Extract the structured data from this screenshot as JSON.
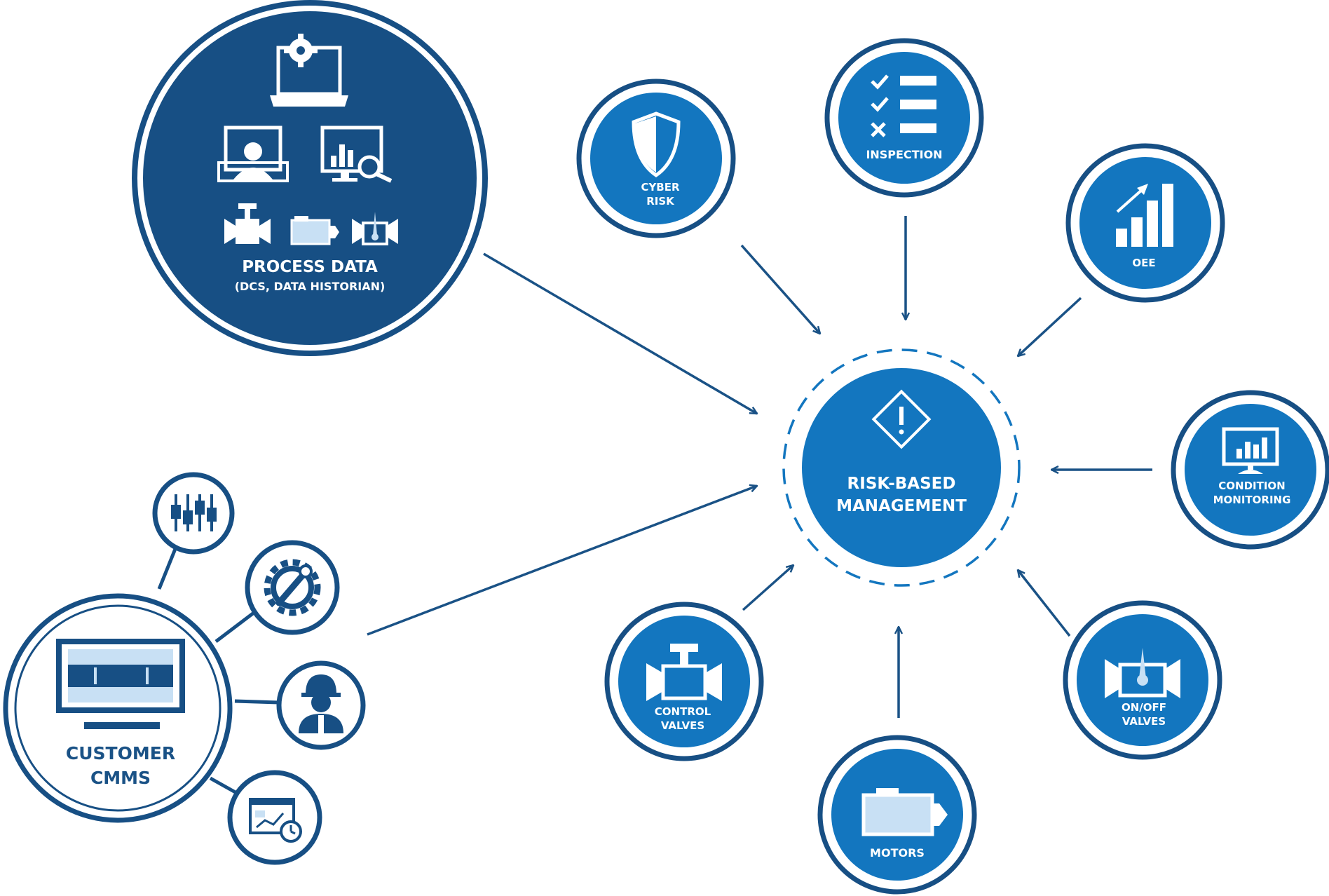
{
  "colors": {
    "dark": "#174f84",
    "mid": "#1376bf",
    "light": "#c8e0f4",
    "line": "#1a5286",
    "white": "#ffffff"
  },
  "center": {
    "line1": "RISK-BASED",
    "line2": "MANAGEMENT",
    "icon": "warning-diamond-icon"
  },
  "process": {
    "title": "PROCESS DATA",
    "subtitle": "(DCS, DATA HISTORIAN)",
    "icons": [
      "laptop-gear-icon",
      "operator-screen-icon",
      "chart-search-icon",
      "control-valve-icon",
      "motor-icon",
      "onoff-valve-icon"
    ]
  },
  "cmms": {
    "line1": "CUSTOMER",
    "line2": "CMMS",
    "icon": "monitor-table-icon",
    "satellites": [
      "sliders-icon",
      "gear-wrench-icon",
      "engineer-icon",
      "report-clock-icon"
    ]
  },
  "nodes": {
    "cyber": {
      "line1": "CYBER",
      "line2": "RISK",
      "icon": "shield-icon"
    },
    "inspection": {
      "line1": "INSPECTION",
      "icon": "checklist-icon"
    },
    "oee": {
      "line1": "OEE",
      "icon": "growth-chart-icon"
    },
    "condition": {
      "line1": "CONDITION",
      "line2": "MONITORING",
      "icon": "monitor-chart-icon"
    },
    "onoff": {
      "line1": "ON/OFF",
      "line2": "VALVES",
      "icon": "onoff-valve-icon"
    },
    "motors": {
      "line1": "MOTORS",
      "icon": "motor-icon"
    },
    "control": {
      "line1": "CONTROL",
      "line2": "VALVES",
      "icon": "control-valve-icon"
    }
  }
}
